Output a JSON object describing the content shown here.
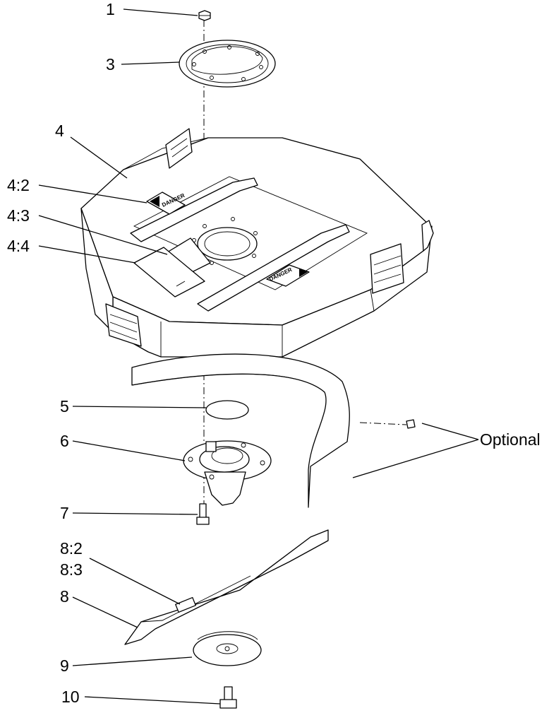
{
  "callouts": {
    "c1": "1",
    "c3": "3",
    "c4": "4",
    "c4_2": "4:2",
    "c4_3": "4:3",
    "c4_4": "4:4",
    "c5": "5",
    "c6": "6",
    "c7": "7",
    "c8_2": "8:2",
    "c8_3": "8:3",
    "c8": "8",
    "c9": "9",
    "c10": "10",
    "optional": "Optional"
  },
  "decals": {
    "danger_label": "DANGER"
  }
}
